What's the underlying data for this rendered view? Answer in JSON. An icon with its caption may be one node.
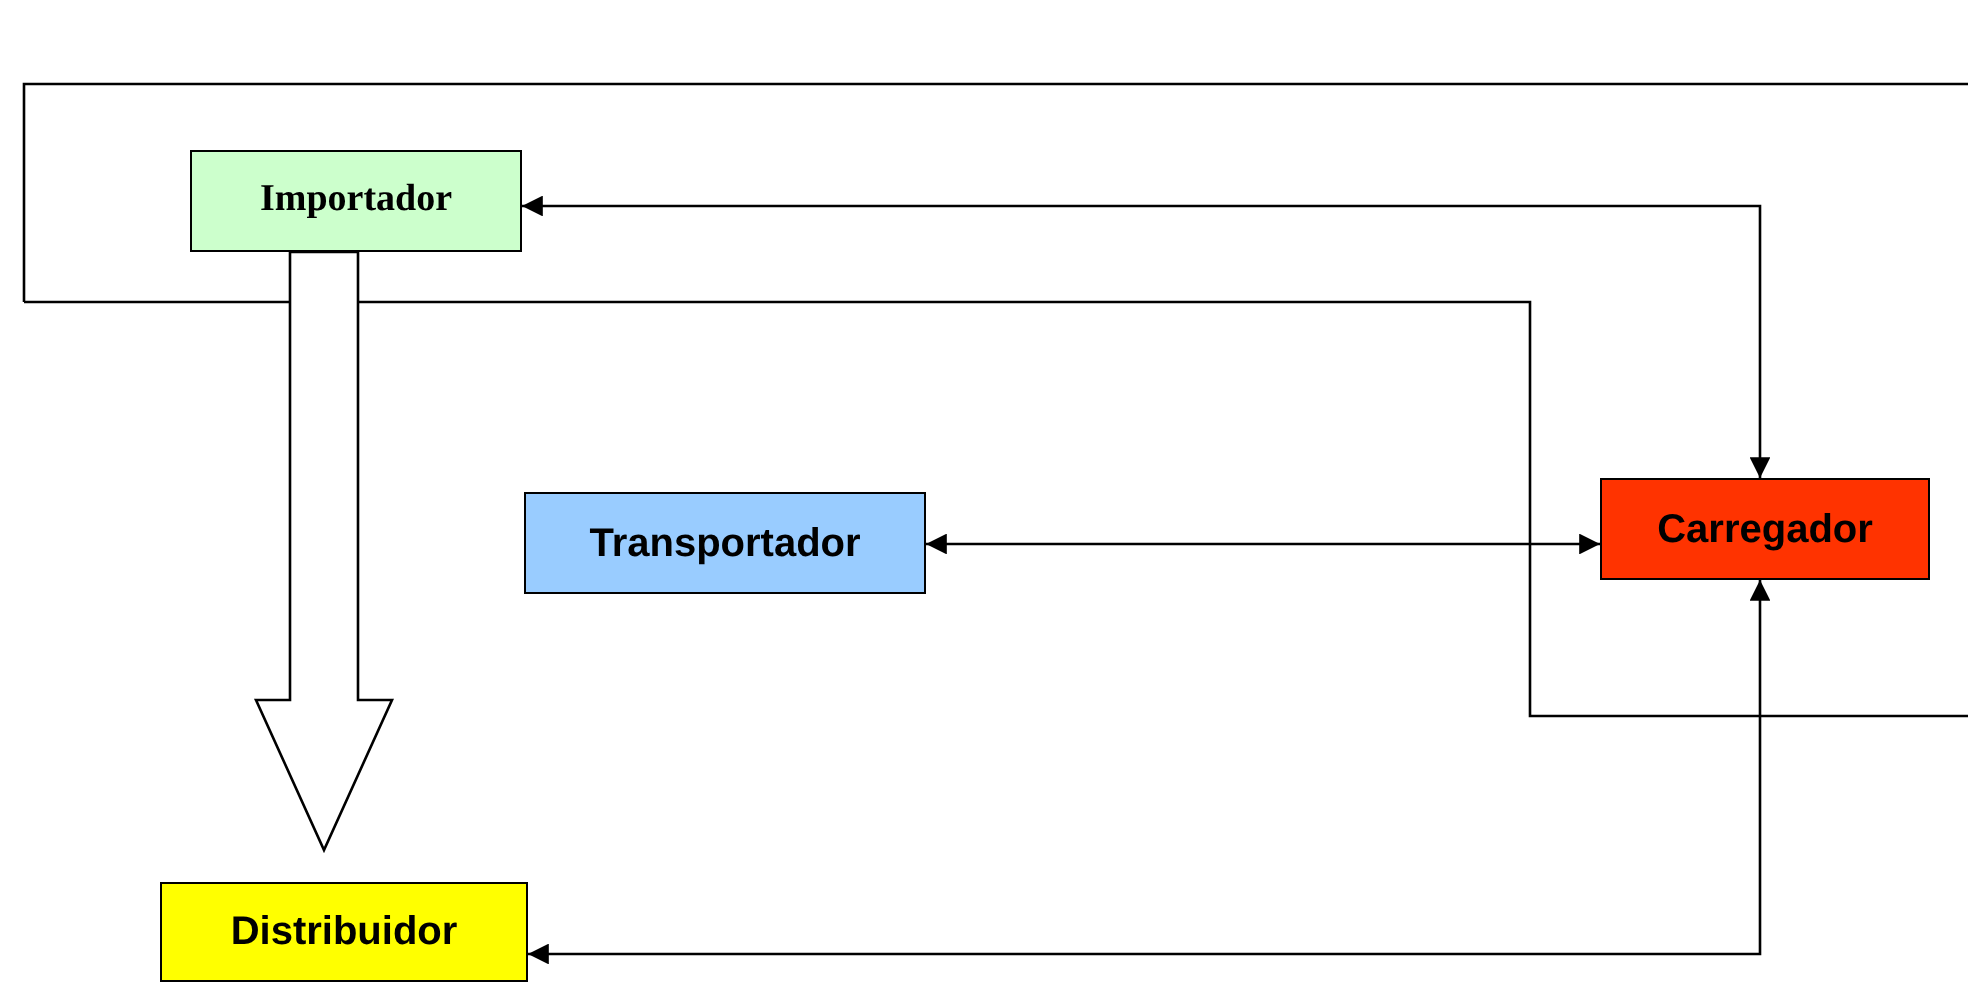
{
  "diagram": {
    "nodes": [
      {
        "text": [
          "Importador"
        ]
      },
      {
        "text": [
          "Transportador"
        ]
      },
      {
        "text": [
          "Carregador"
        ]
      },
      {
        "text": [
          "Distribuidor"
        ]
      }
    ],
    "edges": [
      {
        "from": 2,
        "to": 0,
        "arrow": "both"
      },
      {
        "from": 1,
        "to": 2,
        "arrow": "both"
      },
      {
        "from": 2,
        "to": 3,
        "arrow": "both"
      },
      {
        "from": 0,
        "to": 3,
        "arrow": "to",
        "style": "thick"
      }
    ]
  }
}
